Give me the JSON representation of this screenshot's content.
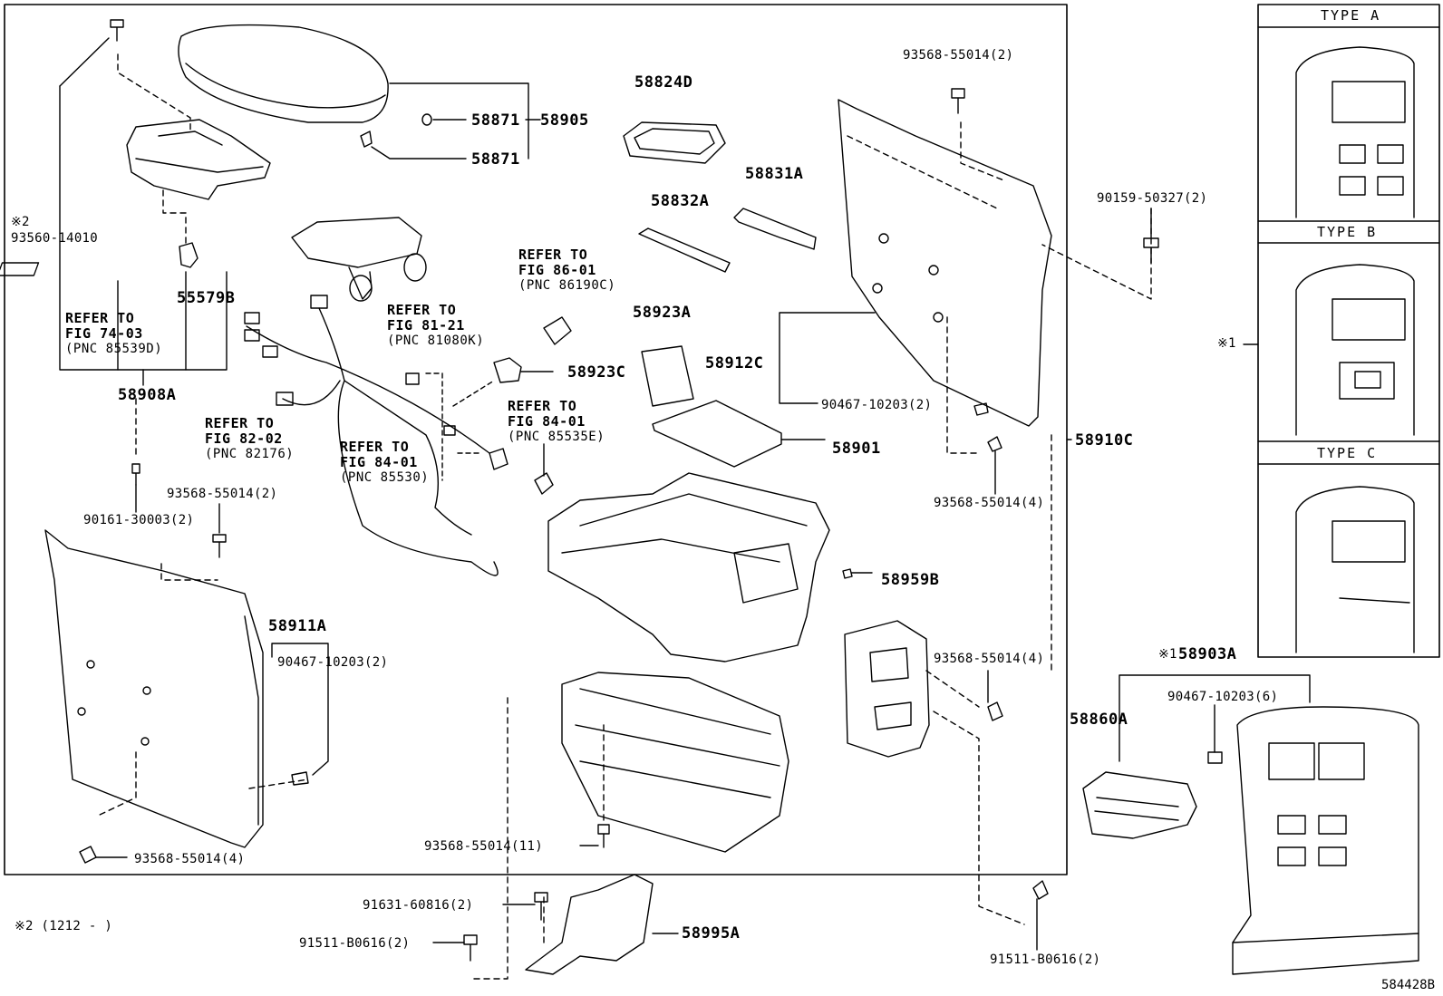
{
  "diagram_id": "584428B",
  "note_marker": "※2 (1212 -    )",
  "types": [
    {
      "label": "TYPE  A"
    },
    {
      "label": "TYPE  B"
    },
    {
      "label": "TYPE  C"
    }
  ],
  "type_marker": "※1",
  "parts": {
    "p58824D": "58824D",
    "p58871a": "58871",
    "p58905": "58905",
    "p58871b": "58871",
    "p58832A": "58832A",
    "p58831A": "58831A",
    "p58923A": "58923A",
    "p58923C": "58923C",
    "p58912C": "58912C",
    "p58901": "58901",
    "p58910C": "58910C",
    "p58959B": "58959B",
    "p58911A": "58911A",
    "p58908A": "58908A",
    "p55579B": "55579B",
    "p58995A": "58995A",
    "p58903A": "58903A",
    "p58903A_marker": "※1",
    "p58860A": "58860A"
  },
  "fasteners": {
    "f93568_top": "93568-55014(2)",
    "f90159": "90159-50327(2)",
    "f93560_marker": "※2",
    "f93560": "93560-14010",
    "f90467_right": "90467-10203(2)",
    "f93568_right4": "93568-55014(4)",
    "f90161": "90161-30003(2)",
    "f93568_left2": "93568-55014(2)",
    "f90467_left": "90467-10203(2)",
    "f93568_mid4": "93568-55014(4)",
    "f93568_bottom4": "93568-55014(4)",
    "f93568_11": "93568-55014(11)",
    "f91631": "91631-60816(2)",
    "f91511_left": "91511-B0616(2)",
    "f91511_right": "91511-B0616(2)",
    "f90467_6": "90467-10203(6)"
  },
  "references": {
    "r74": {
      "l1": "REFER TO",
      "l2": "FIG 74-03",
      "l3": "(PNC 85539D)"
    },
    "r86": {
      "l1": "REFER TO",
      "l2": "FIG 86-01",
      "l3": "(PNC 86190C)"
    },
    "r81": {
      "l1": "REFER TO",
      "l2": "FIG 81-21",
      "l3": "(PNC 81080K)"
    },
    "r84a": {
      "l1": "REFER TO",
      "l2": "FIG 84-01",
      "l3": "(PNC 85535E)"
    },
    "r82": {
      "l1": "REFER TO",
      "l2": "FIG 82-02",
      "l3": "(PNC 82176)"
    },
    "r84b": {
      "l1": "REFER TO",
      "l2": "FIG 84-01",
      "l3": "(PNC 85530)"
    }
  }
}
